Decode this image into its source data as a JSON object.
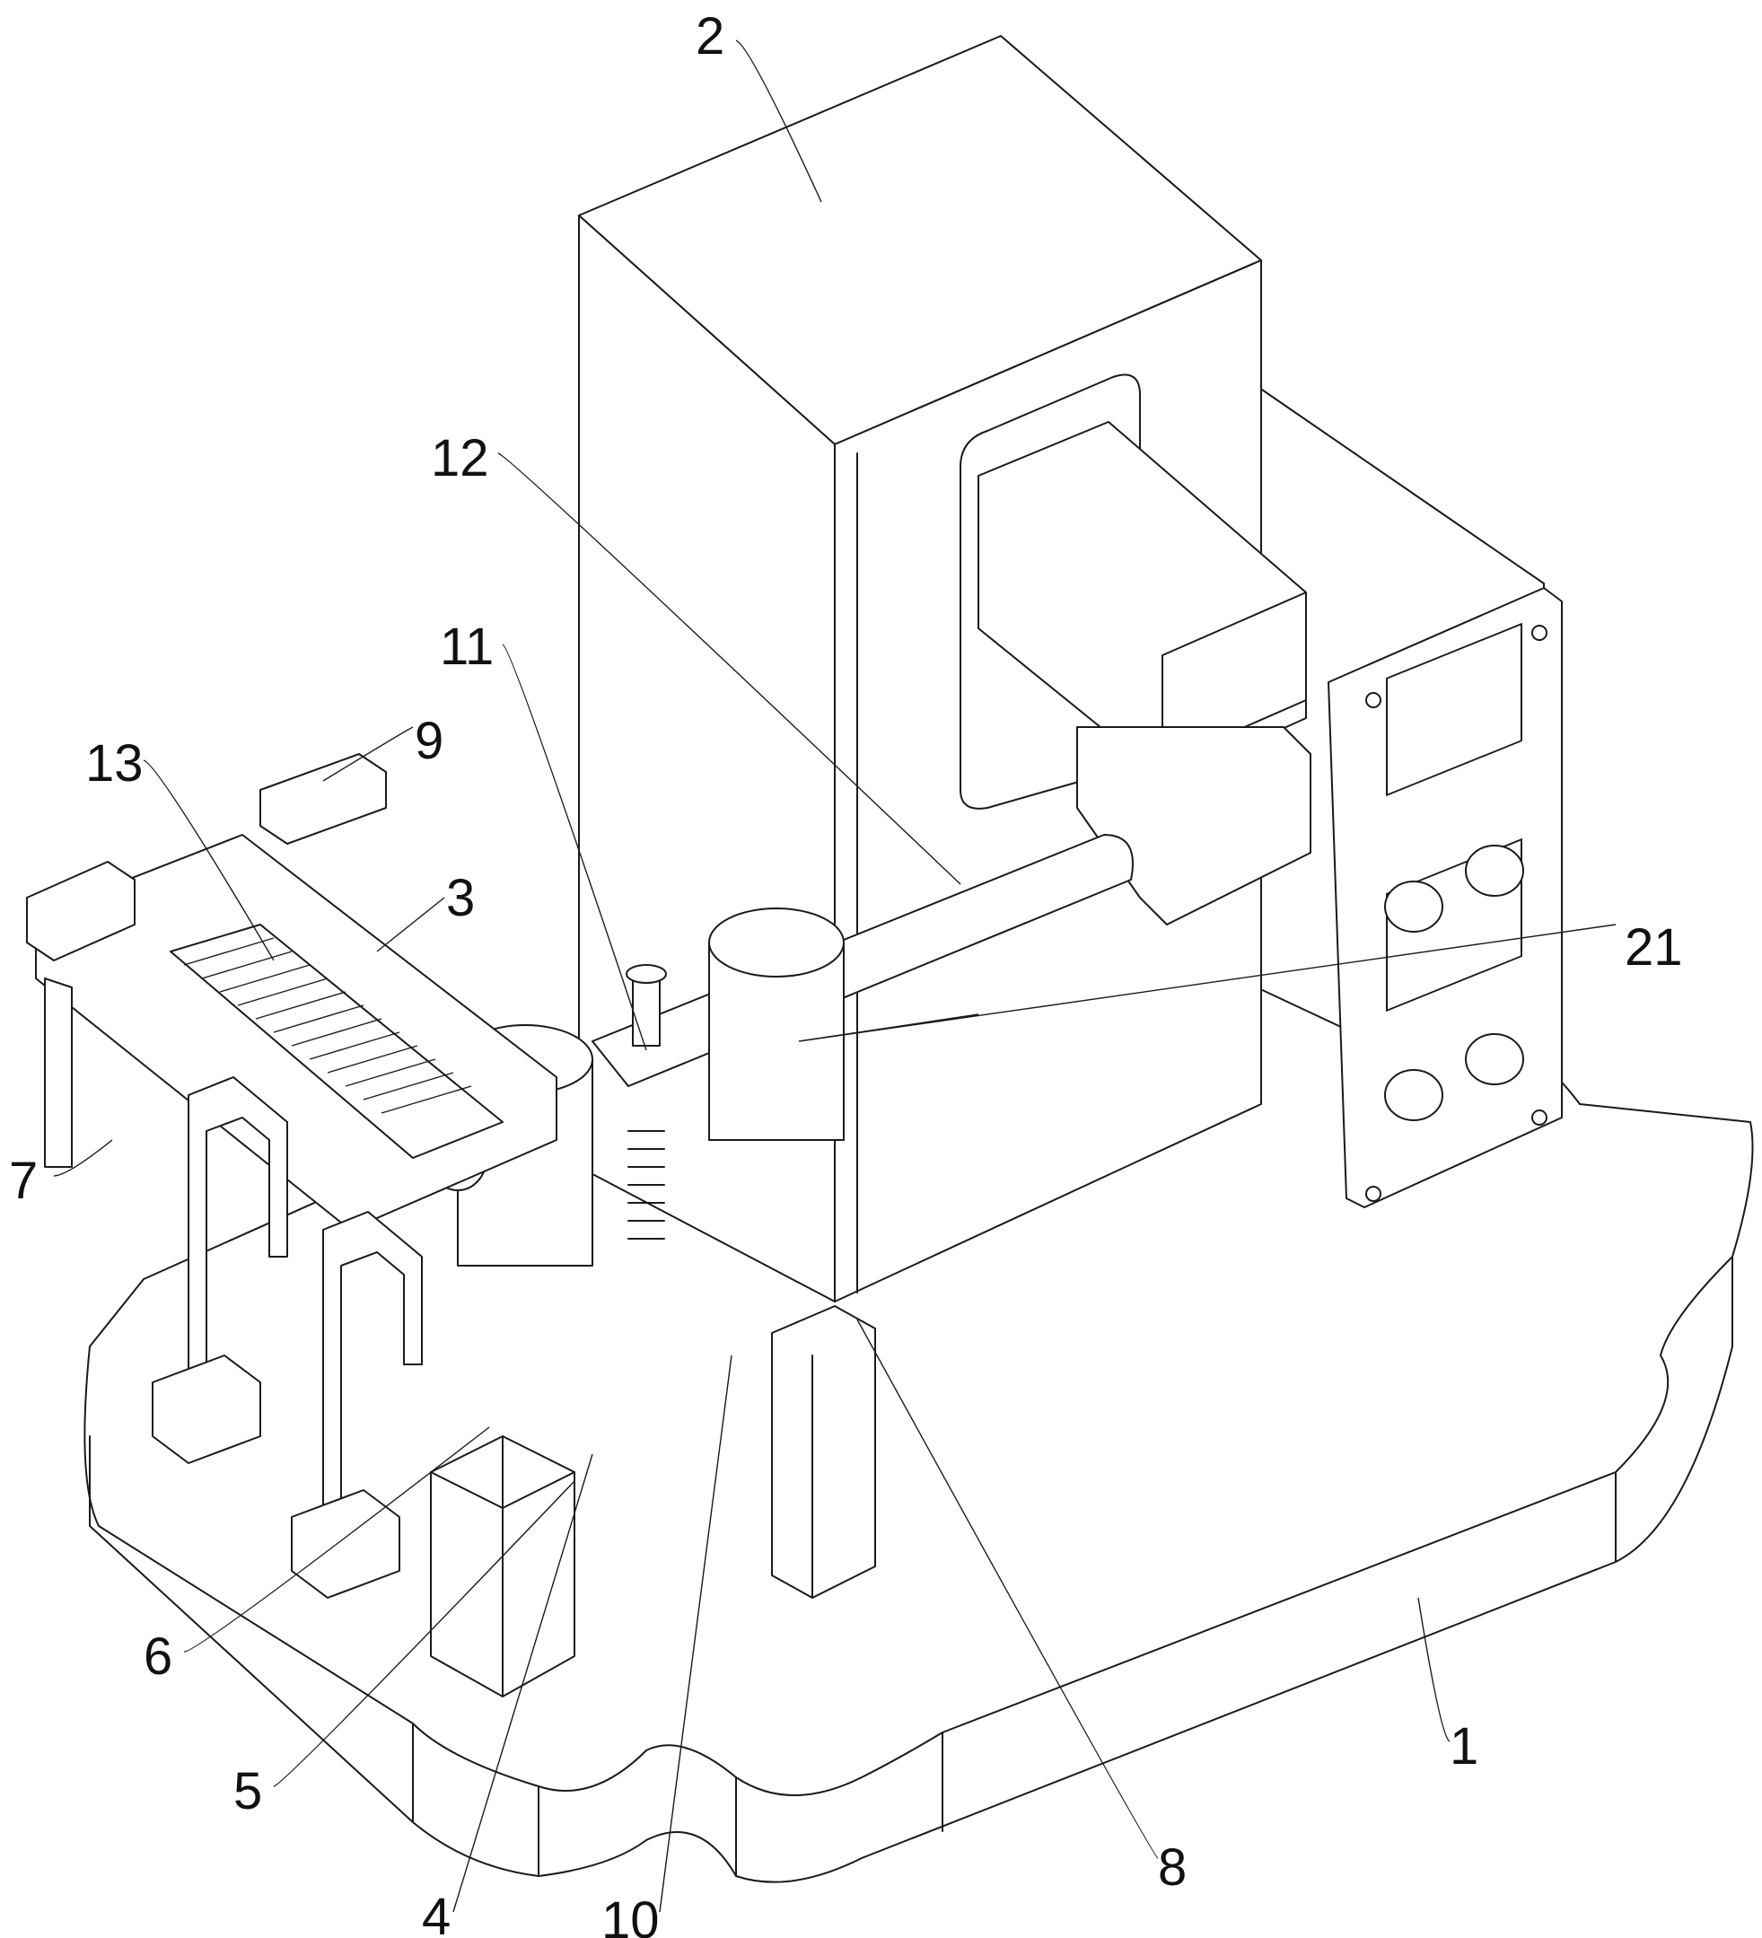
{
  "figure": {
    "type": "patent-style isometric mechanical line drawing",
    "subject": "machine with base plate, upright housing, conveyor, clamping arms and control panel"
  },
  "labels": [
    {
      "id": "1",
      "text": "1"
    },
    {
      "id": "2",
      "text": "2"
    },
    {
      "id": "3",
      "text": "3"
    },
    {
      "id": "4",
      "text": "4"
    },
    {
      "id": "5",
      "text": "5"
    },
    {
      "id": "6",
      "text": "6"
    },
    {
      "id": "7",
      "text": "7"
    },
    {
      "id": "8",
      "text": "8"
    },
    {
      "id": "9",
      "text": "9"
    },
    {
      "id": "10",
      "text": "10"
    },
    {
      "id": "11",
      "text": "11"
    },
    {
      "id": "12",
      "text": "12"
    },
    {
      "id": "13",
      "text": "13"
    },
    {
      "id": "21",
      "text": "21"
    }
  ]
}
